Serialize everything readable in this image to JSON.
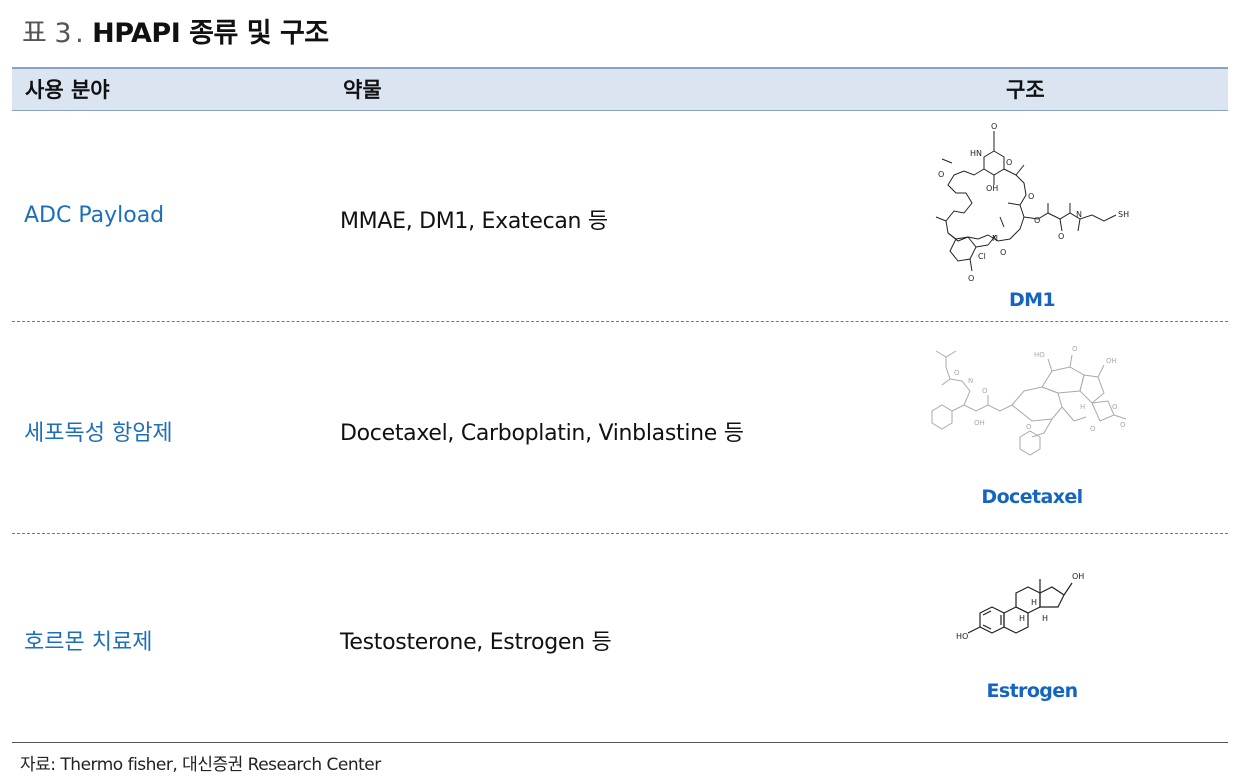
{
  "title": {
    "prefix": "표 3",
    "text": "HPAPI 종류 및 구조"
  },
  "table": {
    "headers": {
      "use": "사용 분야",
      "drug": "약물",
      "structure": "구조"
    },
    "rows": [
      {
        "use": "ADC Payload",
        "drugs": "MMAE, DM1, Exatecan 등",
        "structure_caption": "DM1"
      },
      {
        "use": "세포독성 항암제",
        "drugs": "Docetaxel, Carboplatin, Vinblastine 등",
        "structure_caption": "Docetaxel"
      },
      {
        "use": "호르몬 치료제",
        "drugs": "Testosterone, Estrogen 등",
        "structure_caption": "Estrogen"
      }
    ]
  },
  "structure_labels": {
    "dm1": [
      "O",
      "HN",
      "O",
      "OH",
      "O",
      "O",
      "N",
      "O",
      "SH",
      "N",
      "O",
      "Cl",
      "O",
      "O"
    ],
    "estrogen": [
      "OH",
      "H",
      "H",
      "H",
      "HO"
    ]
  },
  "source": "자료: Thermo fisher, 대신증권 Research Center",
  "colors": {
    "header_bg": "#dbe5f2",
    "accent_text": "#1d6fb8",
    "caption_text": "#1565c0"
  }
}
